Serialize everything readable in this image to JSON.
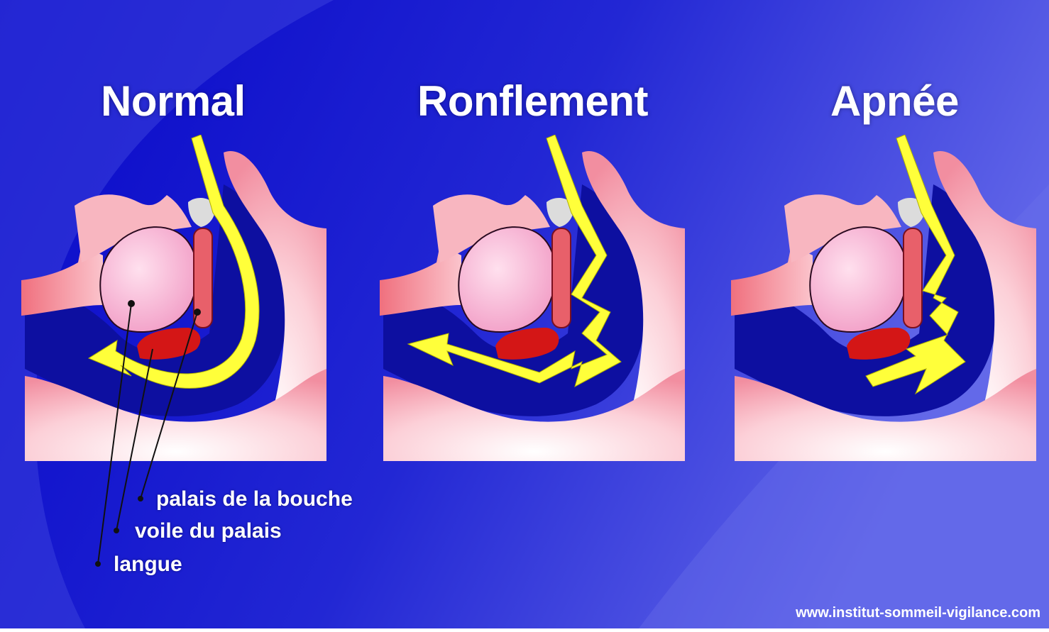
{
  "titles": {
    "normal": "Normal",
    "snoring": "Ronflement",
    "apnea": "Apnée"
  },
  "labels": {
    "palate": "palais de la bouche",
    "soft_palate": "voile du palais",
    "tongue": "langue"
  },
  "credit": "www.institut-sommeil-vigilance.com",
  "colors": {
    "background": "#1f21c9",
    "airflow": "#ffff3a",
    "tissue": "#f7a3b3",
    "tongue_fill": "#f6aed0",
    "uvula": "#e8606a",
    "soft_palate": "#d41616",
    "airway": "#1a1aa8"
  }
}
